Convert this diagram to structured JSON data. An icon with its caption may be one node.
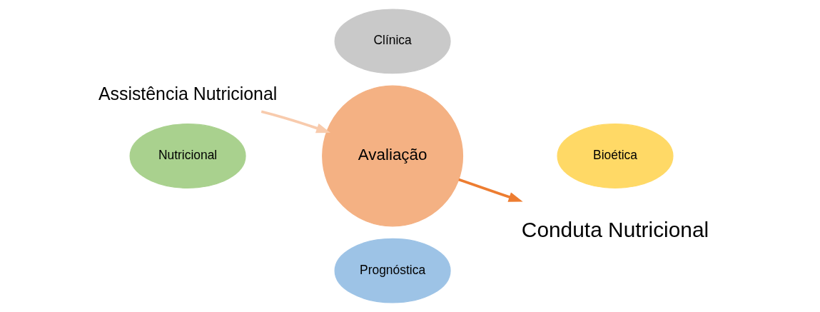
{
  "diagram": {
    "nodes": [
      {
        "text": [
          "Assistência Nutricional"
        ]
      },
      {
        "text": [
          "Avaliação"
        ]
      },
      {
        "text": [
          "Clínica"
        ]
      },
      {
        "text": [
          "Nutricional"
        ]
      },
      {
        "text": [
          "Bioética"
        ]
      },
      {
        "text": [
          "Prognóstica"
        ]
      },
      {
        "text": [
          "Conduta Nutricional"
        ]
      }
    ],
    "edges": [
      {
        "from": 0,
        "to": 1,
        "arrow": "to",
        "color": "#f8cbad"
      },
      {
        "from": 1,
        "to": 6,
        "arrow": "to",
        "color": "#ed7d31"
      }
    ]
  }
}
